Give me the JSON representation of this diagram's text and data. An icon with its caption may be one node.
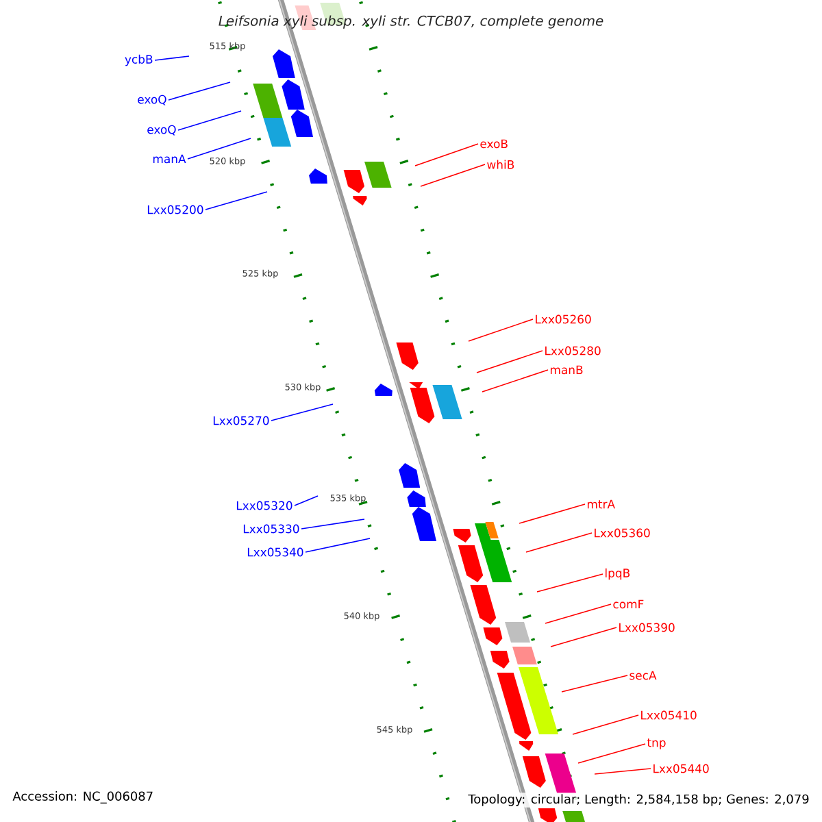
{
  "diagram": {
    "title": "Leifsonia xyli subsp. xyli str. CTCB07, complete genome",
    "nodes": [
      {
        "text": [
          "ycbB"
        ]
      },
      {
        "text": [
          "exoQ"
        ]
      },
      {
        "text": [
          "exoQ"
        ]
      },
      {
        "text": [
          "manA"
        ]
      },
      {
        "text": [
          "Lxx05200"
        ]
      },
      {
        "text": [
          "exoB"
        ]
      },
      {
        "text": [
          "whiB"
        ]
      },
      {
        "text": [
          "Lxx05260"
        ]
      },
      {
        "text": [
          "Lxx05280"
        ]
      },
      {
        "text": [
          "manB"
        ]
      },
      {
        "text": [
          "Lxx05270"
        ]
      },
      {
        "text": [
          "Lxx05320"
        ]
      },
      {
        "text": [
          "Lxx05330"
        ]
      },
      {
        "text": [
          "Lxx05340"
        ]
      },
      {
        "text": [
          "mtrA"
        ]
      },
      {
        "text": [
          "Lxx05360"
        ]
      },
      {
        "text": [
          "lpqB"
        ]
      },
      {
        "text": [
          "comF"
        ]
      },
      {
        "text": [
          "Lxx05390"
        ]
      },
      {
        "text": [
          "secA"
        ]
      },
      {
        "text": [
          "Lxx05410"
        ]
      },
      {
        "text": [
          "tnp"
        ]
      },
      {
        "text": [
          "Lxx05440"
        ]
      }
    ],
    "edges": [
      {
        "from": 0,
        "to": null,
        "arrow": "none",
        "color": "#0000ff"
      },
      {
        "from": 1,
        "to": null,
        "arrow": "none",
        "color": "#0000ff"
      },
      {
        "from": 2,
        "to": null,
        "arrow": "none",
        "color": "#0000ff"
      },
      {
        "from": 3,
        "to": null,
        "arrow": "none",
        "color": "#0000ff"
      },
      {
        "from": 4,
        "to": null,
        "arrow": "none",
        "color": "#0000ff"
      },
      {
        "from": 5,
        "to": null,
        "arrow": "none"
      },
      {
        "from": 6,
        "to": null,
        "arrow": "none"
      },
      {
        "from": 7,
        "to": null,
        "arrow": "none"
      },
      {
        "from": 8,
        "to": null,
        "arrow": "none"
      },
      {
        "from": 9,
        "to": null,
        "arrow": "none"
      },
      {
        "from": 10,
        "to": null,
        "arrow": "none",
        "color": "#0000ff"
      },
      {
        "from": 11,
        "to": null,
        "arrow": "none",
        "color": "#0000ff"
      },
      {
        "from": 12,
        "to": null,
        "arrow": "none",
        "color": "#0000ff"
      },
      {
        "from": 13,
        "to": null,
        "arrow": "none",
        "color": "#0000ff"
      },
      {
        "from": 14,
        "to": null,
        "arrow": "none"
      },
      {
        "from": 15,
        "to": null,
        "arrow": "none"
      },
      {
        "from": 16,
        "to": null,
        "arrow": "none"
      },
      {
        "from": 17,
        "to": null,
        "arrow": "none"
      },
      {
        "from": 18,
        "to": null,
        "arrow": "none"
      },
      {
        "from": 19,
        "to": null,
        "arrow": "none"
      },
      {
        "from": 20,
        "to": null,
        "arrow": "none"
      },
      {
        "from": 21,
        "to": null,
        "arrow": "none"
      },
      {
        "from": 22,
        "to": null,
        "arrow": "none"
      }
    ],
    "labels": [
      "515 kbp",
      "520 kbp",
      "525 kbp",
      "530 kbp",
      "535 kbp",
      "540 kbp",
      "545 kbp",
      "Accession: NC_006087",
      "Topology: circular; Length: 2,584,158 bp; Genes: 2,079"
    ]
  }
}
